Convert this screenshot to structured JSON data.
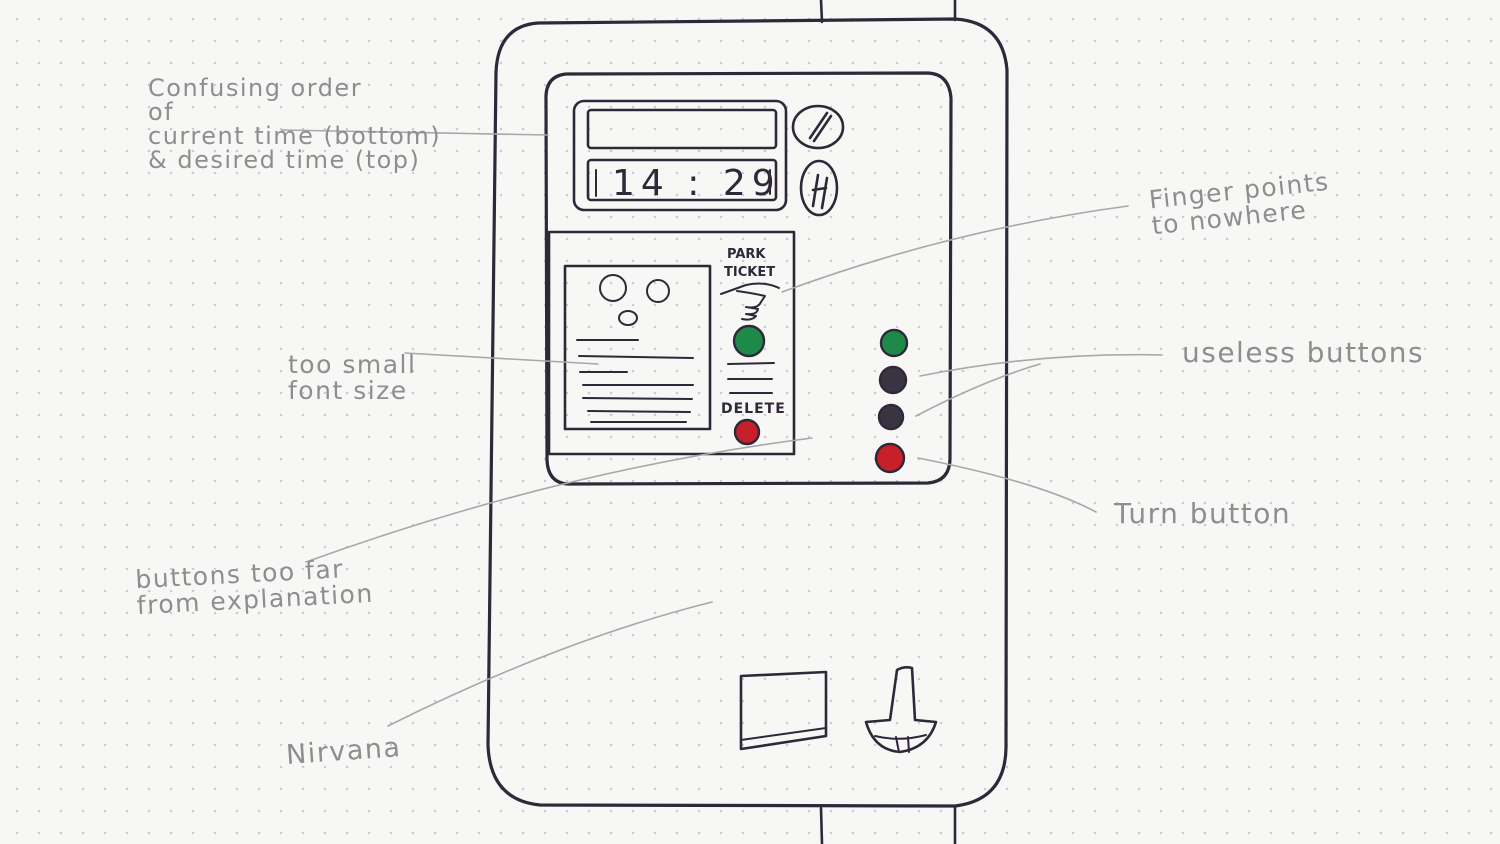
{
  "device": {
    "display_time": "14 : 29",
    "park_ticket_label": "PARK\nTICKET",
    "delete_label": "DELETE"
  },
  "annotations": {
    "confusing_order": "Confusing order\nof\ncurrent time (bottom)\n& desired time (top)",
    "finger_points": "Finger points\nto nowhere",
    "small_font": "too small\nfont size",
    "useless_buttons": "useless buttons",
    "turn_button": "Turn button",
    "buttons_far": "buttons too far\nfrom explanation",
    "nirvana": "Nirvana"
  },
  "colors": {
    "ink": "#2f2838",
    "pencil": "#8e8e8e",
    "green_button": "#1d8a4a",
    "red_button": "#c8202a",
    "dark_button": "#3a3442"
  },
  "icons": [
    "coin-slot-icon",
    "card-slot-icon",
    "pointing-hand-icon",
    "smiley-face-icon"
  ]
}
